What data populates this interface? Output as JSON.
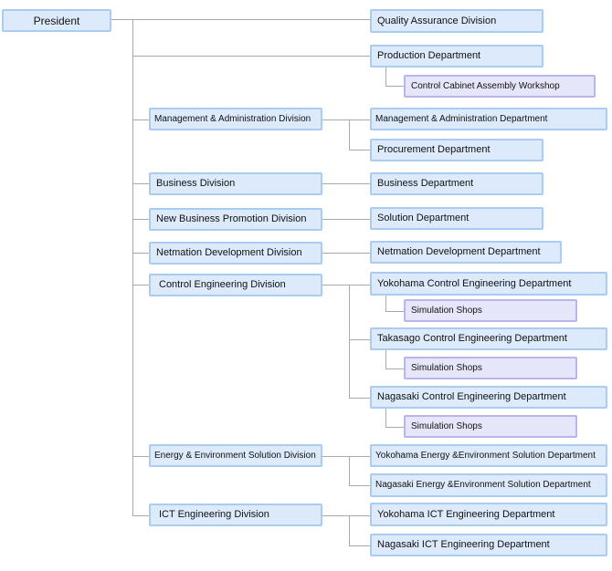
{
  "colors": {
    "box_fill": "#dceafb",
    "box_border": "#a9ccf0",
    "workshop_fill": "#e6e6fa",
    "workshop_border": "#b8b4ec",
    "connector": "#a9a9a9"
  },
  "org": {
    "president": "President",
    "quality_assurance": "Quality Assurance Division",
    "production": {
      "department": "Production Department",
      "workshop": "Control Cabinet Assembly Workshop"
    },
    "management": {
      "division": "Management & Administration Division",
      "departments": [
        "Management & Administration Department",
        "Procurement Department"
      ]
    },
    "business": {
      "division": "Business Division",
      "department": "Business Department"
    },
    "new_business": {
      "division": "New Business Promotion Division",
      "department": "Solution Department"
    },
    "netmation": {
      "division": "Netmation Development Division",
      "department": "Netmation Development Department"
    },
    "control_engineering": {
      "division": "Control Engineering Division",
      "departments": [
        {
          "name": "Yokohama Control Engineering Department",
          "shop": "Simulation Shops"
        },
        {
          "name": "Takasago Control Engineering Department",
          "shop": "Simulation Shops"
        },
        {
          "name": "Nagasaki Control Engineering Department",
          "shop": "Simulation Shops"
        }
      ]
    },
    "energy": {
      "division": "Energy & Environment Solution Division",
      "departments": [
        "Yokohama Energy &Environment Solution Department",
        "Nagasaki Energy &Environment Solution Department"
      ]
    },
    "ict": {
      "division": "ICT Engineering Division",
      "departments": [
        "Yokohama ICT Engineering Department",
        "Nagasaki ICT Engineering Department"
      ]
    }
  }
}
